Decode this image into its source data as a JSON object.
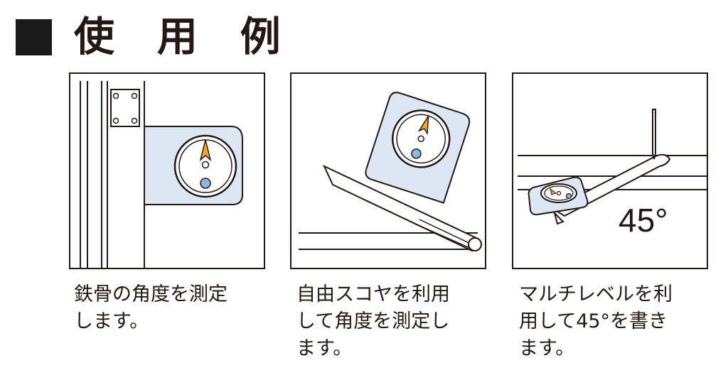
{
  "section": {
    "title": "使 用 例"
  },
  "examples": [
    {
      "caption_lines": [
        "鉄骨の角度を測定",
        "します。"
      ]
    },
    {
      "caption_lines": [
        "自由スコヤを利用",
        "して角度を測定し",
        "ます。"
      ]
    },
    {
      "caption_lines": [
        "マルチレベルを利",
        "用して45°を書き",
        "ます。"
      ],
      "angle_label": "45°"
    }
  ],
  "colors": {
    "device_fill": "#dde7f4",
    "bubble": "#8fb8e0",
    "needle": "#f5a623",
    "line": "#231815"
  }
}
